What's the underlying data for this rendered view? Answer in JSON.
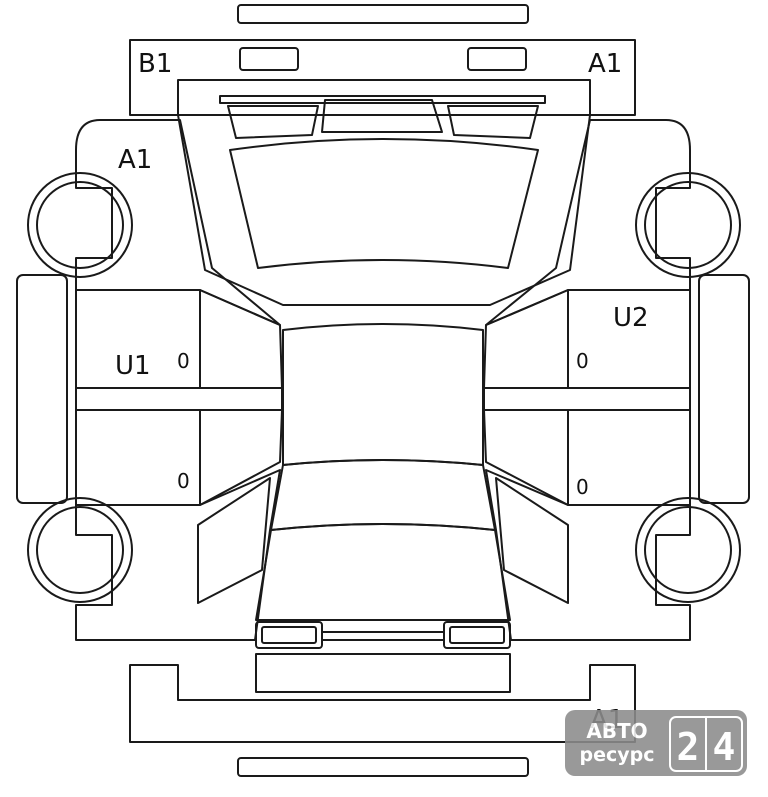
{
  "labels": {
    "front_left": "B1",
    "front_right": "A1",
    "left_fender": "A1",
    "left_doors": "U1",
    "right_doors": "U2",
    "rear_right": "A1"
  },
  "door_handles": [
    "0",
    "0",
    "0",
    "0"
  ],
  "watermark": {
    "line1": "АВТО",
    "line2": "ресурс",
    "digit1": "2",
    "digit2": "4",
    "bg_color": "#8c8c8c"
  },
  "colors": {
    "stroke": "#1a1a1a",
    "background": "#ffffff"
  }
}
